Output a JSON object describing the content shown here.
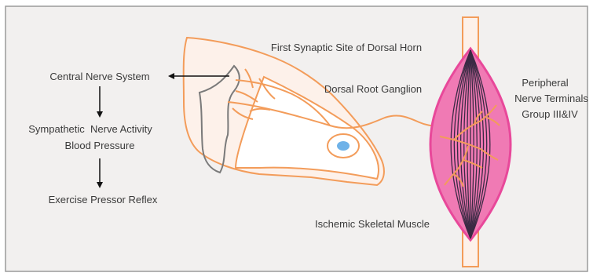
{
  "colors": {
    "background": "#f2f0ef",
    "frame": "#9a9a9a",
    "nerve": "#f39c5a",
    "muscle_fill": "#f07ab4",
    "muscle_edge": "#e8489a",
    "muscle_fiber": "#3a2a44",
    "cord_fill": "#fdf1ea",
    "grey_matter": "#7a7a7a",
    "ganglion_cell": "#6fb2e8",
    "text": "#3a3a3a",
    "arrow": "#111111"
  },
  "left_panel": {
    "central_nerve_system": "Central Nerve System",
    "sympathetic_line1": "Sympathetic  Nerve Activity",
    "sympathetic_line2": "Blood Pressure",
    "exercise_pressor_reflex": "Exercise Pressor Reflex"
  },
  "labels": {
    "first_synaptic_site": "First Synaptic Site of Dorsal Horn",
    "dorsal_root_ganglion": "Dorsal Root Ganglion",
    "peripheral_line1": "Peripheral",
    "peripheral_line2": "Nerve Terminals",
    "peripheral_line3": "Group III&IV",
    "ischemic_skeletal_muscle": "Ischemic Skeletal Muscle"
  }
}
